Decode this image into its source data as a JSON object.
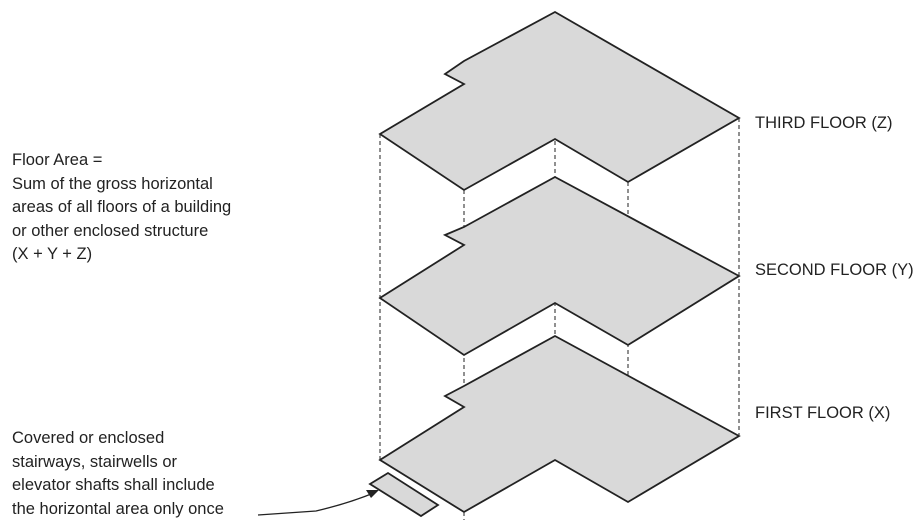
{
  "colors": {
    "floor_fill": "#d9d9d9",
    "outline": "#222222",
    "background": "#ffffff"
  },
  "floor_area_note": {
    "lines": [
      "Floor Area =",
      "Sum of the gross horizontal",
      "areas of all floors of a building",
      "or other enclosed structure",
      "(X + Y + Z)"
    ]
  },
  "stair_note": {
    "lines": [
      "Covered or enclosed",
      "stairways, stairwells or",
      "elevator shafts shall include",
      "the horizontal area only once"
    ]
  },
  "floors": {
    "third": "THIRD FLOOR (Z)",
    "second": "SECOND FLOOR (Y)",
    "first": "FIRST FLOOR (X)"
  }
}
